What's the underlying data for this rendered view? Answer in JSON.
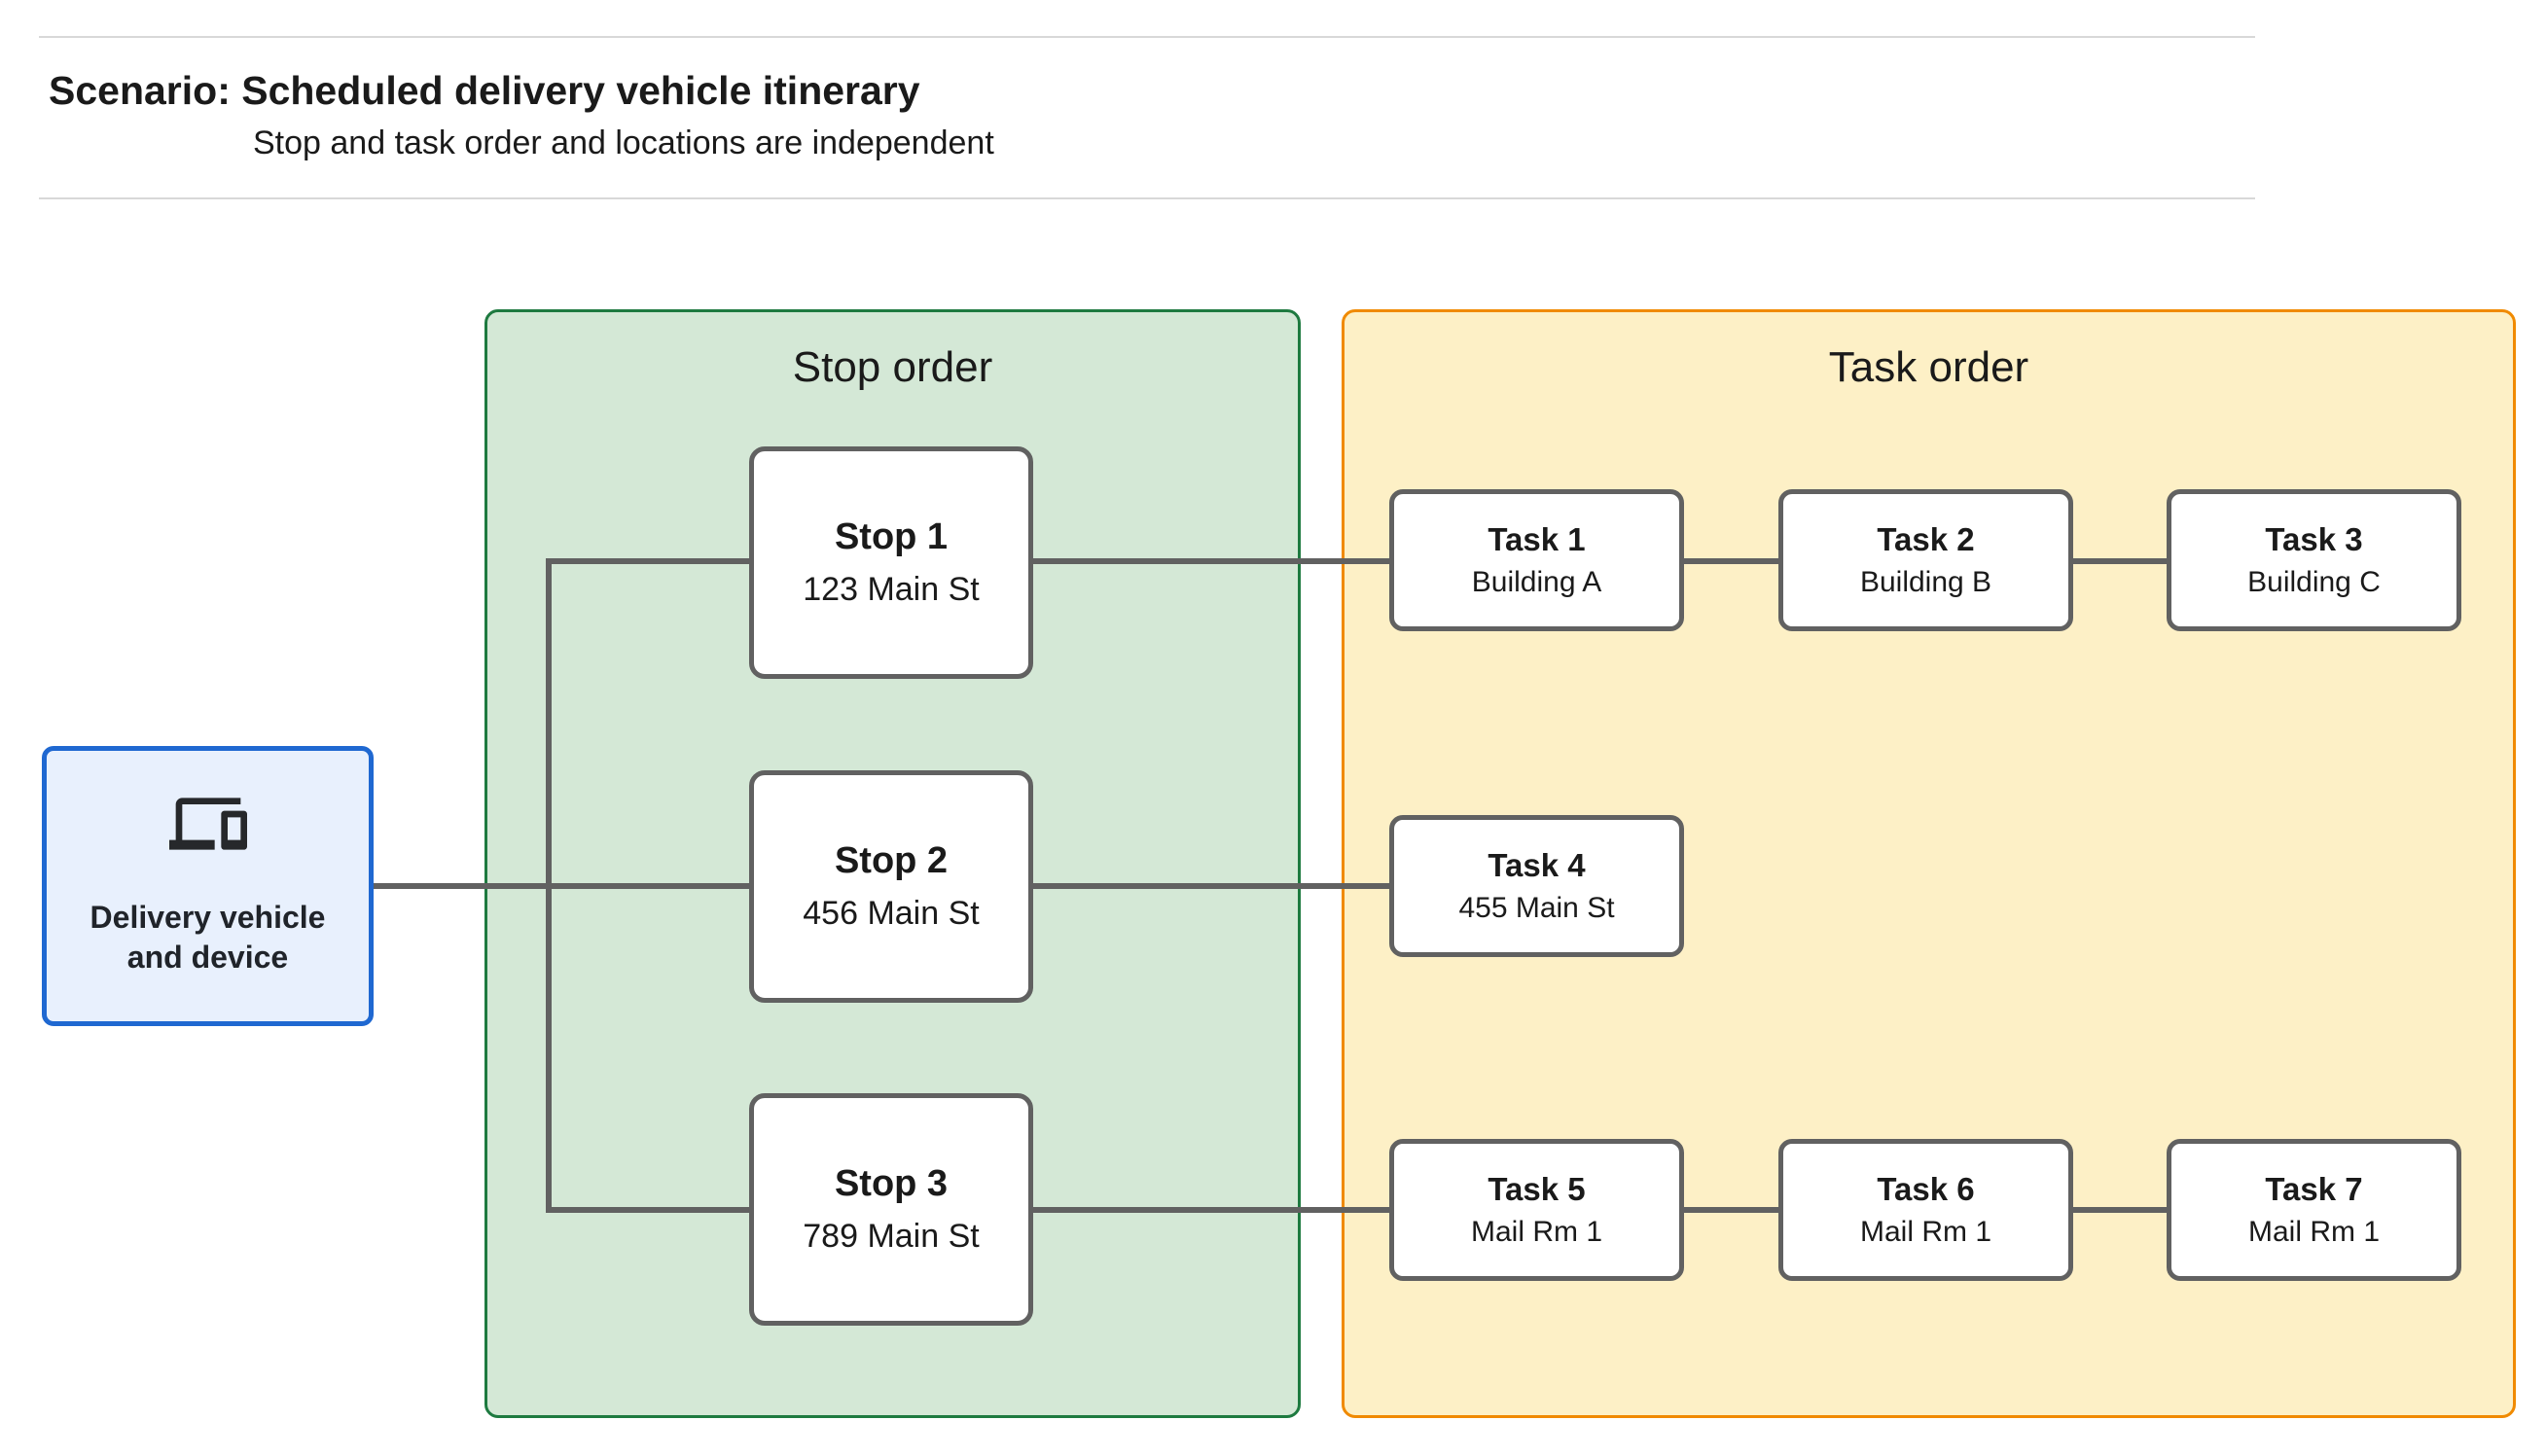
{
  "header": {
    "title": "Scenario: Scheduled delivery vehicle itinerary",
    "subtitle": "Stop and task order and locations are independent"
  },
  "source_node": {
    "icon": "devices-icon",
    "label_line1": "Delivery vehicle",
    "label_line2": "and device"
  },
  "groups": [
    {
      "label": "Stop order"
    },
    {
      "label": "Task order"
    }
  ],
  "stops": [
    {
      "title": "Stop 1",
      "subtitle": "123 Main St"
    },
    {
      "title": "Stop 2",
      "subtitle": "456 Main St"
    },
    {
      "title": "Stop 3",
      "subtitle": "789 Main St"
    }
  ],
  "tasks": [
    {
      "title": "Task 1",
      "subtitle": "Building A"
    },
    {
      "title": "Task 2",
      "subtitle": "Building B"
    },
    {
      "title": "Task 3",
      "subtitle": "Building C"
    },
    {
      "title": "Task 4",
      "subtitle": "455 Main St"
    },
    {
      "title": "Task 5",
      "subtitle": "Mail Rm 1"
    },
    {
      "title": "Task 6",
      "subtitle": "Mail Rm 1"
    },
    {
      "title": "Task 7",
      "subtitle": "Mail Rm 1"
    }
  ],
  "colors": {
    "accent-blue-border": "#1f68d1",
    "accent-blue-fill": "#e8f0fd",
    "green-border": "#1e7a40",
    "green-fill": "#d4e8d6",
    "orange-border": "#f08a00",
    "orange-fill": "#fdf0c6",
    "node-border-gray": "#616161",
    "connector-gray": "#616161",
    "divider-gray": "#d8d8d8",
    "text-dark": "#1a1a1a"
  }
}
